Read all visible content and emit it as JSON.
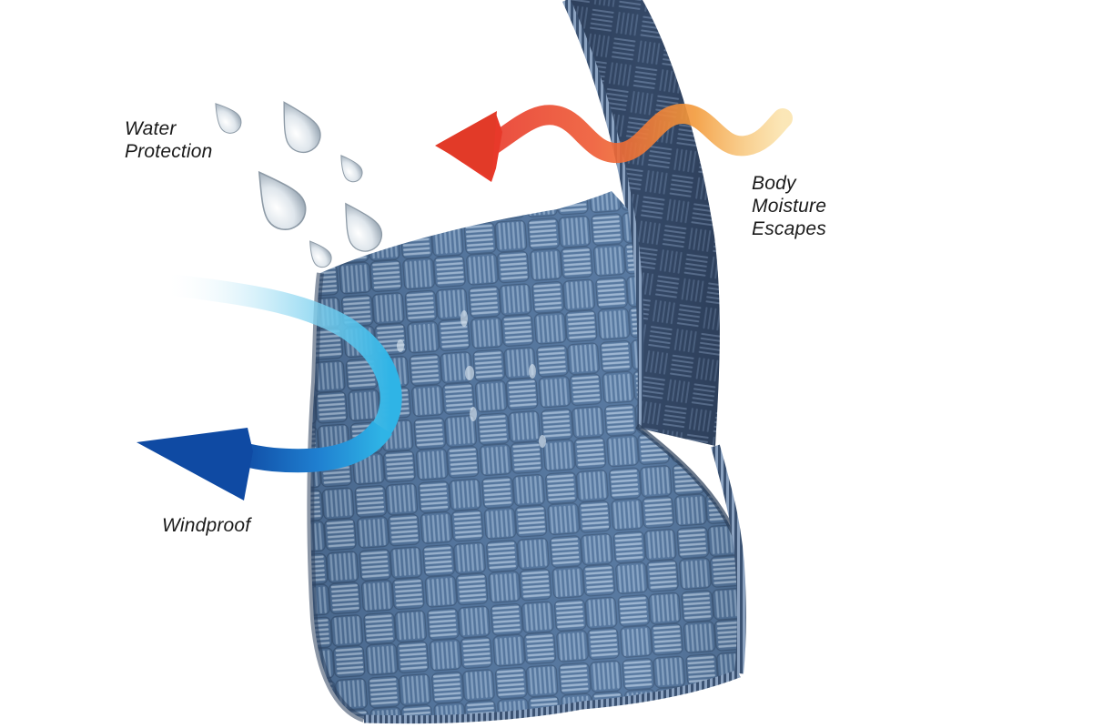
{
  "labels": {
    "water": [
      "Water",
      "Protection"
    ],
    "body": [
      "Body",
      "Moisture",
      "Escapes"
    ],
    "wind": "Windproof"
  },
  "colors": {
    "background": "#ffffff",
    "fabric_front": "#5d7fa8",
    "fabric_dark": "#2f4460",
    "fabric_back": "#3b4f6b",
    "thread_light": "#b8cde4",
    "thread_dark": "#6e86a6",
    "heat_red": "#e8392a",
    "heat_orange": "#f39a3a",
    "heat_yellow": "#f6c66a",
    "wind_light": "#8fd6f2",
    "wind_cyan": "#2fb4e6",
    "wind_blue": "#0f4aa3",
    "droplet": "#c9d3dc"
  },
  "icons": {
    "droplets": "water-droplet-icon",
    "heat_arrow": "moisture-arrow-icon",
    "wind_arrow": "wind-arrow-icon"
  }
}
